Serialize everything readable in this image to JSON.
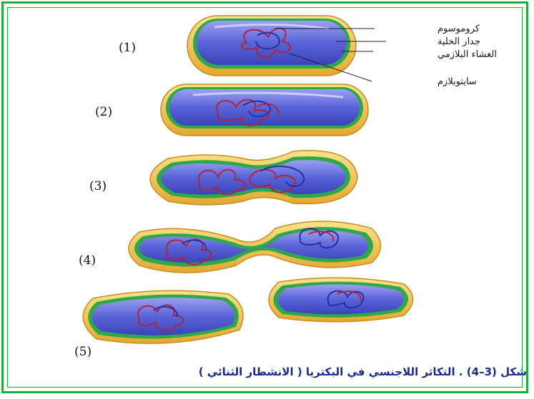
{
  "labels": {
    "chromosome": "كروموسوم",
    "cell_wall": "جدار الخلية",
    "plasma_membrane": "الغشاء البلازمي",
    "cytoplasm": "سايتوبلازم"
  },
  "stages": [
    "(1)",
    "(2)",
    "(3)",
    "(4)",
    "(5)"
  ],
  "caption": "شكل (3–4) . التكاثر اللاجنسي في البكتريا ( الانشطار الثنائي )",
  "colors": {
    "frame": "#1fae3c",
    "wall": "#f0c850",
    "membrane": "#2fa84a",
    "cytoplasm": "#5a63d8",
    "chromosome_red": "#b0243a",
    "chromosome_blue": "#2a2fa0",
    "caption": "#1b2a8a"
  }
}
